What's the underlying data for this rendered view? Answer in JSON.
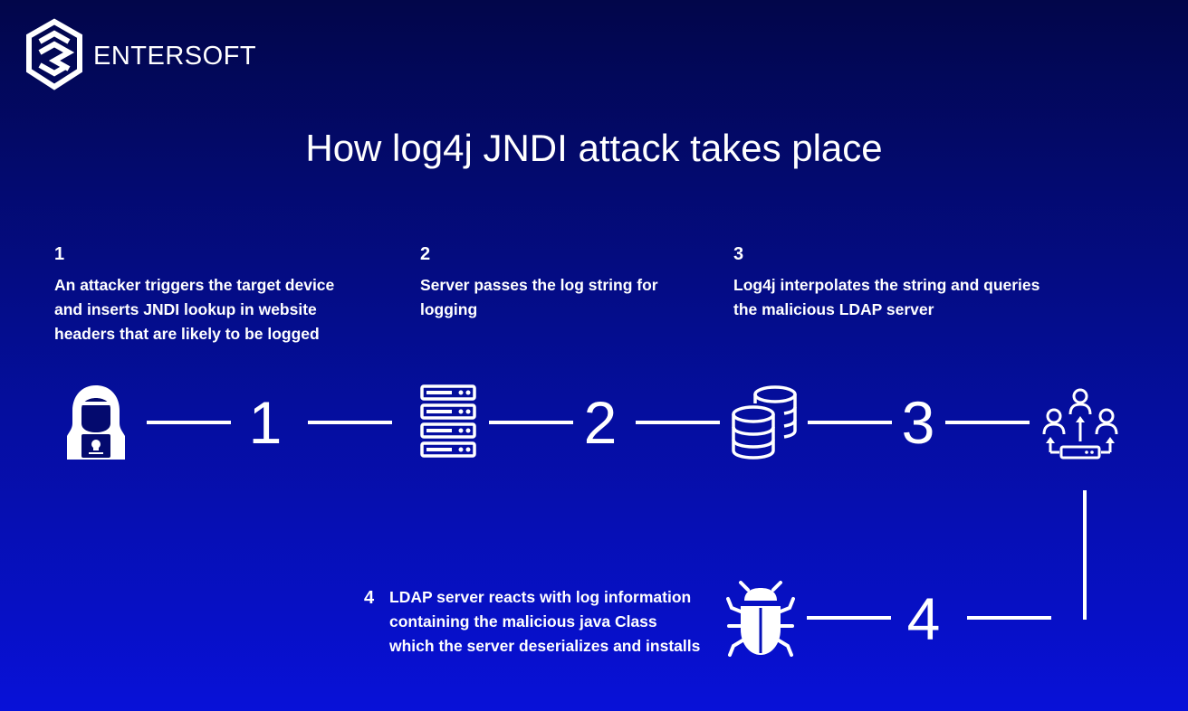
{
  "brand": {
    "name": "ENTERSOFT"
  },
  "title": "How log4j JNDI attack takes place",
  "steps": [
    {
      "num": "1",
      "text_lines": [
        "An attacker triggers the target device",
        "and inserts JNDI lookup in website",
        "headers that are likely to be logged"
      ]
    },
    {
      "num": "2",
      "text_lines": [
        "Server passes the log string for",
        "logging"
      ]
    },
    {
      "num": "3",
      "text_lines": [
        "Log4j interpolates the string and queries",
        "the malicious LDAP server"
      ]
    },
    {
      "num": "4",
      "text_lines": [
        "LDAP server reacts with log information",
        "containing the malicious java Class",
        "which the server deserializes and installs"
      ]
    }
  ],
  "flow_numbers": [
    "1",
    "2",
    "3",
    "4"
  ],
  "icons": [
    "hacker-icon",
    "server-rack-icon",
    "database-icon",
    "network-users-icon",
    "bug-icon"
  ],
  "colors": {
    "background_top": "#02064a",
    "background_bottom": "#0811d8",
    "foreground": "#ffffff"
  }
}
